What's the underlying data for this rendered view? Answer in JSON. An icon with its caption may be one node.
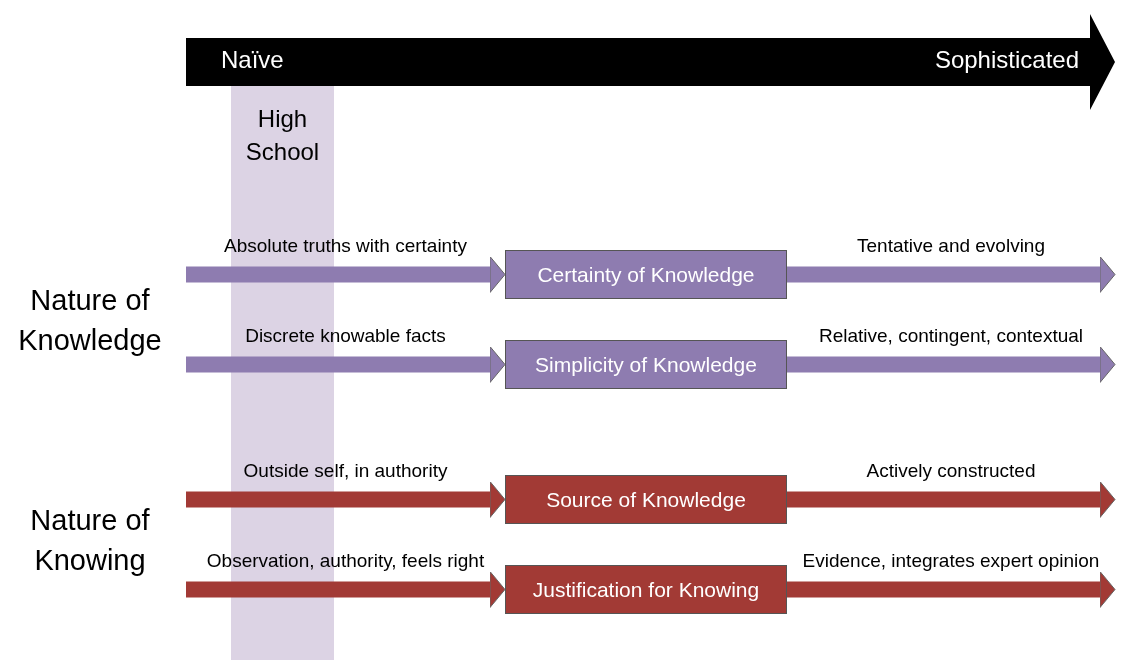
{
  "diagram": {
    "nodes": [
      {
        "text": [
          "Naïve",
          "Sophisticated"
        ]
      },
      {
        "text": [
          "High School"
        ]
      },
      {
        "text": [
          "Certainty of Knowledge"
        ]
      },
      {
        "text": [
          "Simplicity of Knowledge"
        ]
      },
      {
        "text": [
          "Source of Knowledge"
        ]
      },
      {
        "text": [
          "Justification for Knowing"
        ]
      }
    ],
    "edges": [
      {
        "from": null,
        "to": 2,
        "arrow": "to",
        "label": "Absolute truths with certainty",
        "color": "#8e7cb0"
      },
      {
        "from": 2,
        "to": null,
        "arrow": "to",
        "label": "Tentative and evolving",
        "color": "#8e7cb0"
      },
      {
        "from": null,
        "to": 3,
        "arrow": "to",
        "label": "Discrete knowable facts",
        "color": "#8e7cb0"
      },
      {
        "from": 3,
        "to": null,
        "arrow": "to",
        "label": "Relative, contingent, contextual",
        "color": "#8e7cb0"
      },
      {
        "from": null,
        "to": 4,
        "arrow": "to",
        "label": "Outside self, in authority",
        "color": "#a23a35"
      },
      {
        "from": 4,
        "to": null,
        "arrow": "to",
        "label": "Actively constructed",
        "color": "#a23a35"
      },
      {
        "from": null,
        "to": 5,
        "arrow": "to",
        "label": "Observation, authority, feels right",
        "color": "#a23a35"
      },
      {
        "from": 5,
        "to": null,
        "arrow": "to",
        "label": "Evidence, integrates expert opinion",
        "color": "#a23a35"
      }
    ],
    "labels": [
      "Nature of Knowledge",
      "Nature of Knowing"
    ]
  }
}
